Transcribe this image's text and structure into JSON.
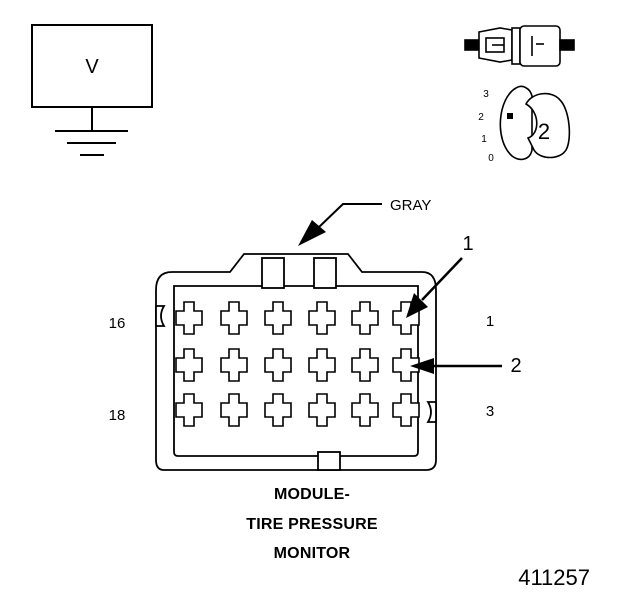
{
  "meter": {
    "label": "V"
  },
  "wire_color": "GRAY",
  "inset": {
    "position_labels": [
      "3",
      "2",
      "1",
      "0"
    ],
    "callout": "2"
  },
  "callouts": [
    "1",
    "2"
  ],
  "cavity_labels": {
    "top_left": "16",
    "top_right": "1",
    "bottom_left": "18",
    "bottom_right": "3"
  },
  "title_lines": [
    "MODULE-",
    "TIRE PRESSURE",
    "MONITOR"
  ],
  "figure_number": "411257",
  "colors": {
    "line": "#000000",
    "background": "#ffffff"
  }
}
